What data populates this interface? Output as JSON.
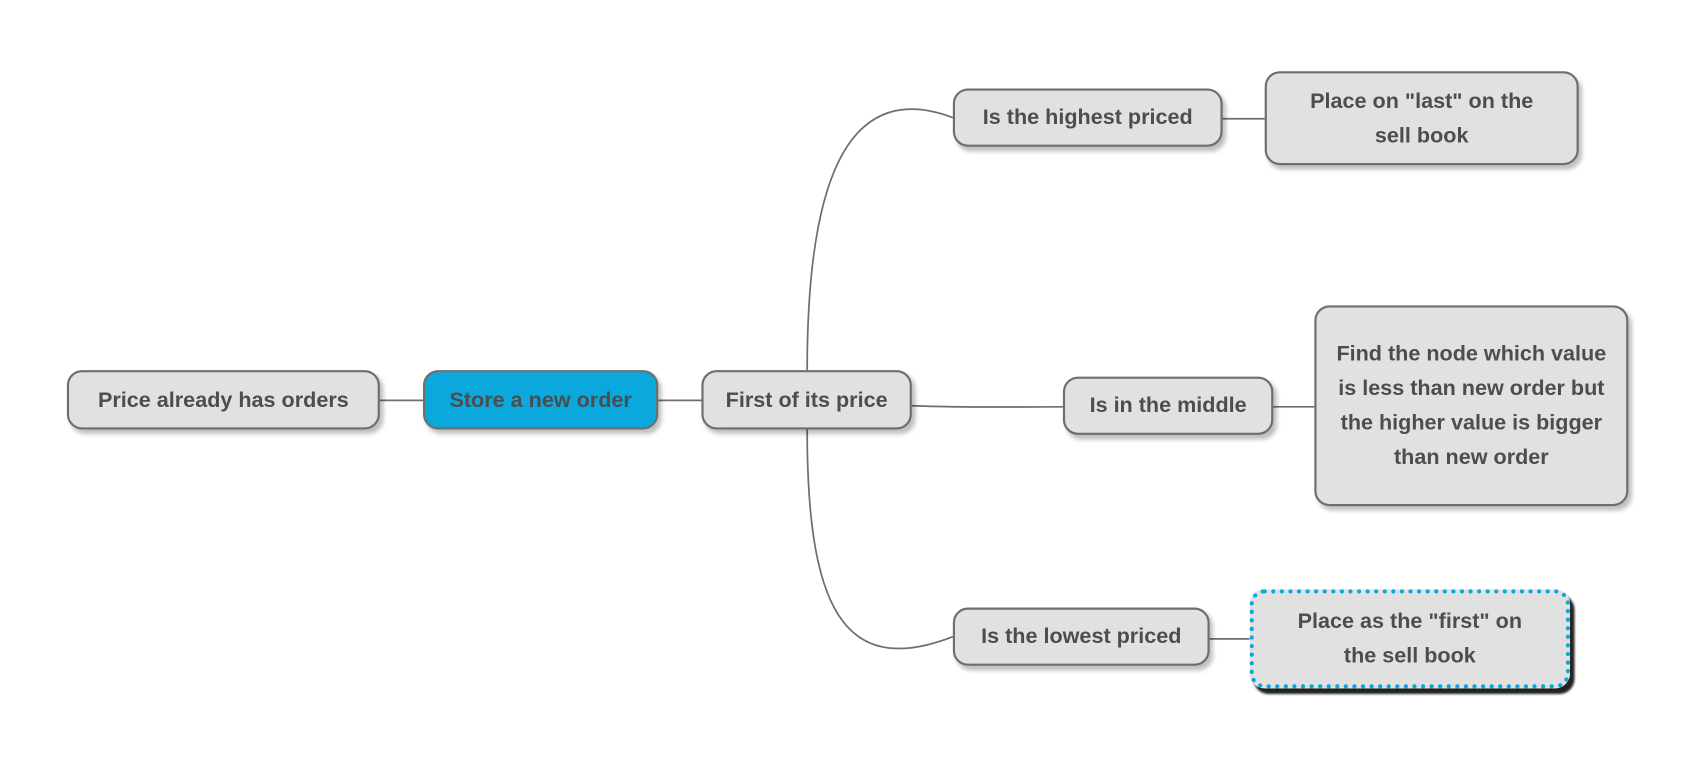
{
  "nodes": {
    "price_has_orders": "Price already has orders",
    "store_new_order": "Store a new order",
    "first_of_price": "First of its price",
    "highest": "Is the highest priced",
    "place_last": "Place on \"last\" on the sell book",
    "middle": "Is in the middle",
    "find_node": "Find the node which value is less than new order but the higher value is bigger than new order",
    "lowest": "Is the lowest priced",
    "place_first": "Place as the \"first\" on the sell book"
  },
  "colors": {
    "root": "#0aa8dc",
    "node": "#e1e1e1",
    "selected_border": "#0aa8dc"
  }
}
